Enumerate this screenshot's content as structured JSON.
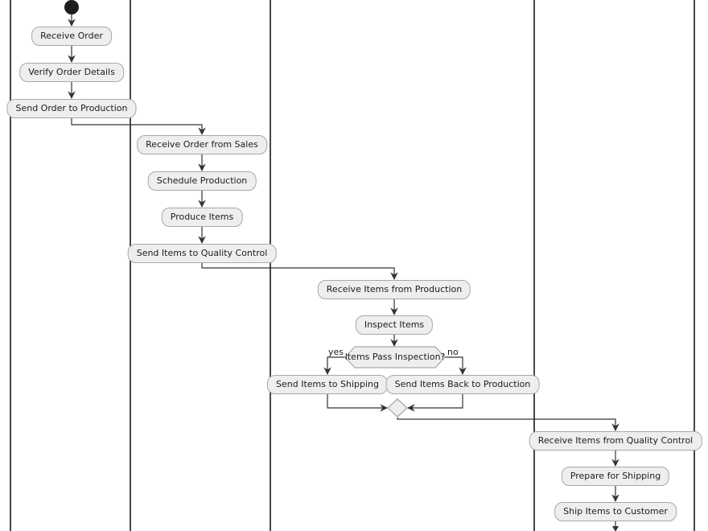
{
  "diagram": {
    "type": "activity-swimlane-flowchart",
    "lane_count": 4,
    "nodes": {
      "receive_order": "Receive Order",
      "verify_order_details": "Verify Order Details",
      "send_order_to_production": "Send Order to Production",
      "receive_order_from_sales": "Receive Order from Sales",
      "schedule_production": "Schedule Production",
      "produce_items": "Produce Items",
      "send_items_to_quality_control": "Send Items to Quality Control",
      "receive_items_from_production": "Receive Items from Production",
      "inspect_items": "Inspect Items",
      "send_items_to_shipping": "Send Items to Shipping",
      "send_items_back_to_production": "Send Items Back to Production",
      "receive_items_from_quality_control": "Receive Items from Quality Control",
      "prepare_for_shipping": "Prepare for Shipping",
      "ship_items_to_customer": "Ship Items to Customer"
    },
    "decision": {
      "label": "Items Pass Inspection?",
      "yes_label": "yes",
      "no_label": "no"
    }
  },
  "colors": {
    "background": "#ffffff",
    "node_fill": "#eeeeee",
    "node_border": "#a8a8a8",
    "line": "#333333",
    "lane_border": "#474747",
    "start_node": "#1d1d1d",
    "text": "#1c1c1c"
  }
}
